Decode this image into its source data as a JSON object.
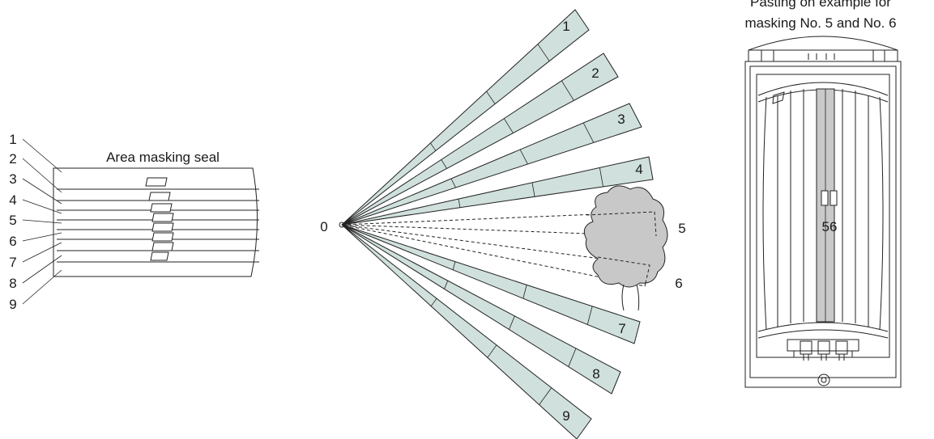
{
  "colors": {
    "stroke": "#222222",
    "zone_fill": "#cfe0dd",
    "blob_fill": "#c8c8c8",
    "sensor_stripe": "#c9c9c9",
    "background": "#ffffff"
  },
  "left": {
    "title": "Area masking seal",
    "labels": [
      "1",
      "2",
      "3",
      "4",
      "5",
      "6",
      "7",
      "8",
      "9"
    ]
  },
  "center": {
    "origin_label": "0",
    "zone_labels": [
      "1",
      "2",
      "3",
      "4",
      "5",
      "6",
      "7",
      "8",
      "9"
    ]
  },
  "right": {
    "caption_line1": "Pasting on example for",
    "caption_line2": "masking No. 5 and No. 6",
    "stripe_label": "56"
  }
}
